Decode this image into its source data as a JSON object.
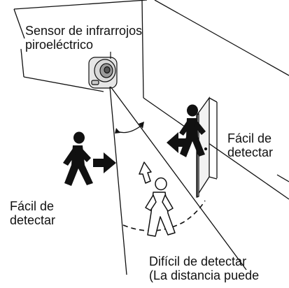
{
  "labels": {
    "sensor": [
      "Sensor de infrarrojos",
      "piroeléctrico"
    ],
    "right": [
      "Fácil de",
      "detectar"
    ],
    "left": [
      "Fácil de",
      "detectar"
    ],
    "bottom": [
      "Difícil de detectar",
      "(La distancia puede"
    ]
  },
  "colors": {
    "line": "#111111",
    "figure": "#111111",
    "camera": "#cfcfcf"
  }
}
